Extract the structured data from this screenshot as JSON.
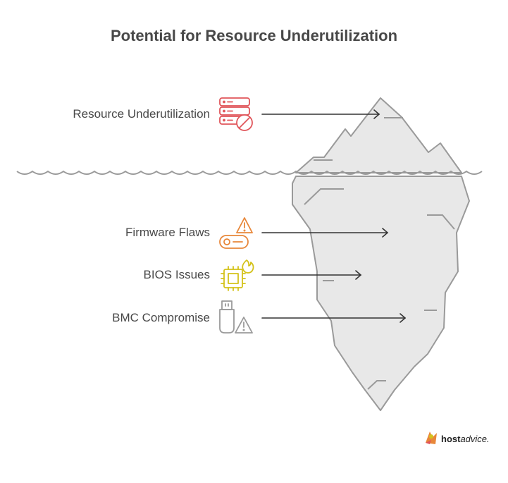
{
  "title": "Potential for Resource Underutilization",
  "items": [
    {
      "label": "Resource Underutilization",
      "icon": "server-blocked-icon",
      "color": "#e0555a"
    },
    {
      "label": "Firmware Flaws",
      "icon": "hardware-warning-icon",
      "color": "#e8873a"
    },
    {
      "label": "BIOS Issues",
      "icon": "chip-fire-icon",
      "color": "#d4c21b"
    },
    {
      "label": "BMC Compromise",
      "icon": "usb-warning-icon",
      "color": "#9a9a9a"
    }
  ],
  "brand": {
    "bold": "host",
    "italic": "advice."
  },
  "colors": {
    "iceberg_fill": "#e8e8e8",
    "iceberg_stroke": "#9a9a9a",
    "arrow": "#333333",
    "text": "#484848"
  }
}
